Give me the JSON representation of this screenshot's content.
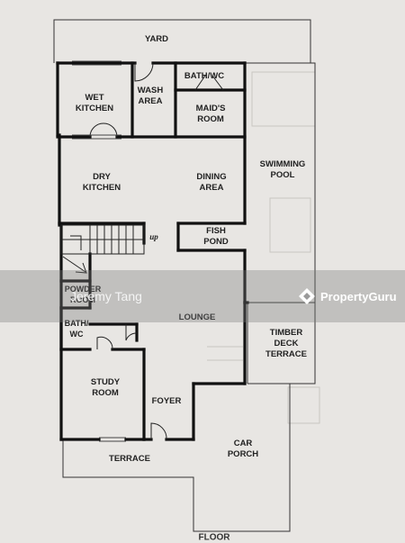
{
  "rooms": {
    "yard": "YARD",
    "wet_kitchen": "WET\nKITCHEN",
    "wash_area": "WASH\nAREA",
    "bath_wc_top": "BATH/WC",
    "maids_room": "MAID'S\nROOM",
    "swimming_pool": "SWIMMING\nPOOL",
    "dry_kitchen": "DRY\nKITCHEN",
    "dining_area": "DINING\nAREA",
    "fish_pond": "FISH\nPOND",
    "stair_up": "up",
    "powder_room": "POWDER\nROOM",
    "lounge": "LOUNGE",
    "bath_wc_lower": "BATH/\nWC",
    "timber_deck": "TIMBER\nDECK\nTERRACE",
    "study_room": "STUDY\nROOM",
    "foyer": "FOYER",
    "car_porch": "CAR\nPORCH",
    "terrace": "TERRACE",
    "floor_caption": "FLOOR"
  },
  "watermarks": {
    "agent": "Jeremy Tang",
    "brand": "PropertyGuru"
  },
  "colors": {
    "paper": "#e8e6e3",
    "wall": "#111111",
    "thin": "#333333"
  }
}
